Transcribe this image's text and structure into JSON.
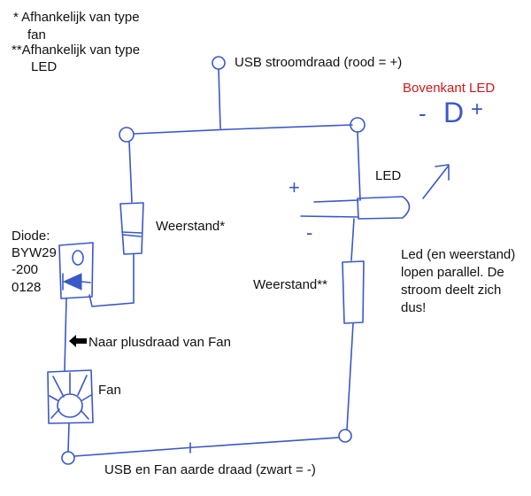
{
  "colors": {
    "ink": "#3a58c8",
    "text": "#111111",
    "highlight": "#d01818",
    "arrow": "#000000"
  },
  "notes": {
    "note1_line1": "* Afhankelijk van type",
    "note1_line2": "fan",
    "note2_line1": "**Afhankelijk van type",
    "note2_line2": "LED"
  },
  "labels": {
    "usb_power": "USB stroomdraad (rood = +)",
    "led_top_title": "Bovenkant LED",
    "led_top_minus": "-",
    "led_top_letter": "D",
    "led_top_plus": "+",
    "led": "LED",
    "plus_mark": "+",
    "minus_mark": "-",
    "resistor1": "Weerstand*",
    "resistor2": "Weerstand**",
    "diode_line1": "Diode:",
    "diode_line2": "BYW29",
    "diode_line3": "-200",
    "diode_line4": "0128",
    "fan_plus_wire": "Naar plusdraad van Fan",
    "fan": "Fan",
    "parallel_line1": "Led (en weerstand)",
    "parallel_line2": "lopen parallel. De",
    "parallel_line3": "stroom deelt zich",
    "parallel_line4": "dus!",
    "ground": "USB en Fan aarde draad (zwart = -)"
  }
}
